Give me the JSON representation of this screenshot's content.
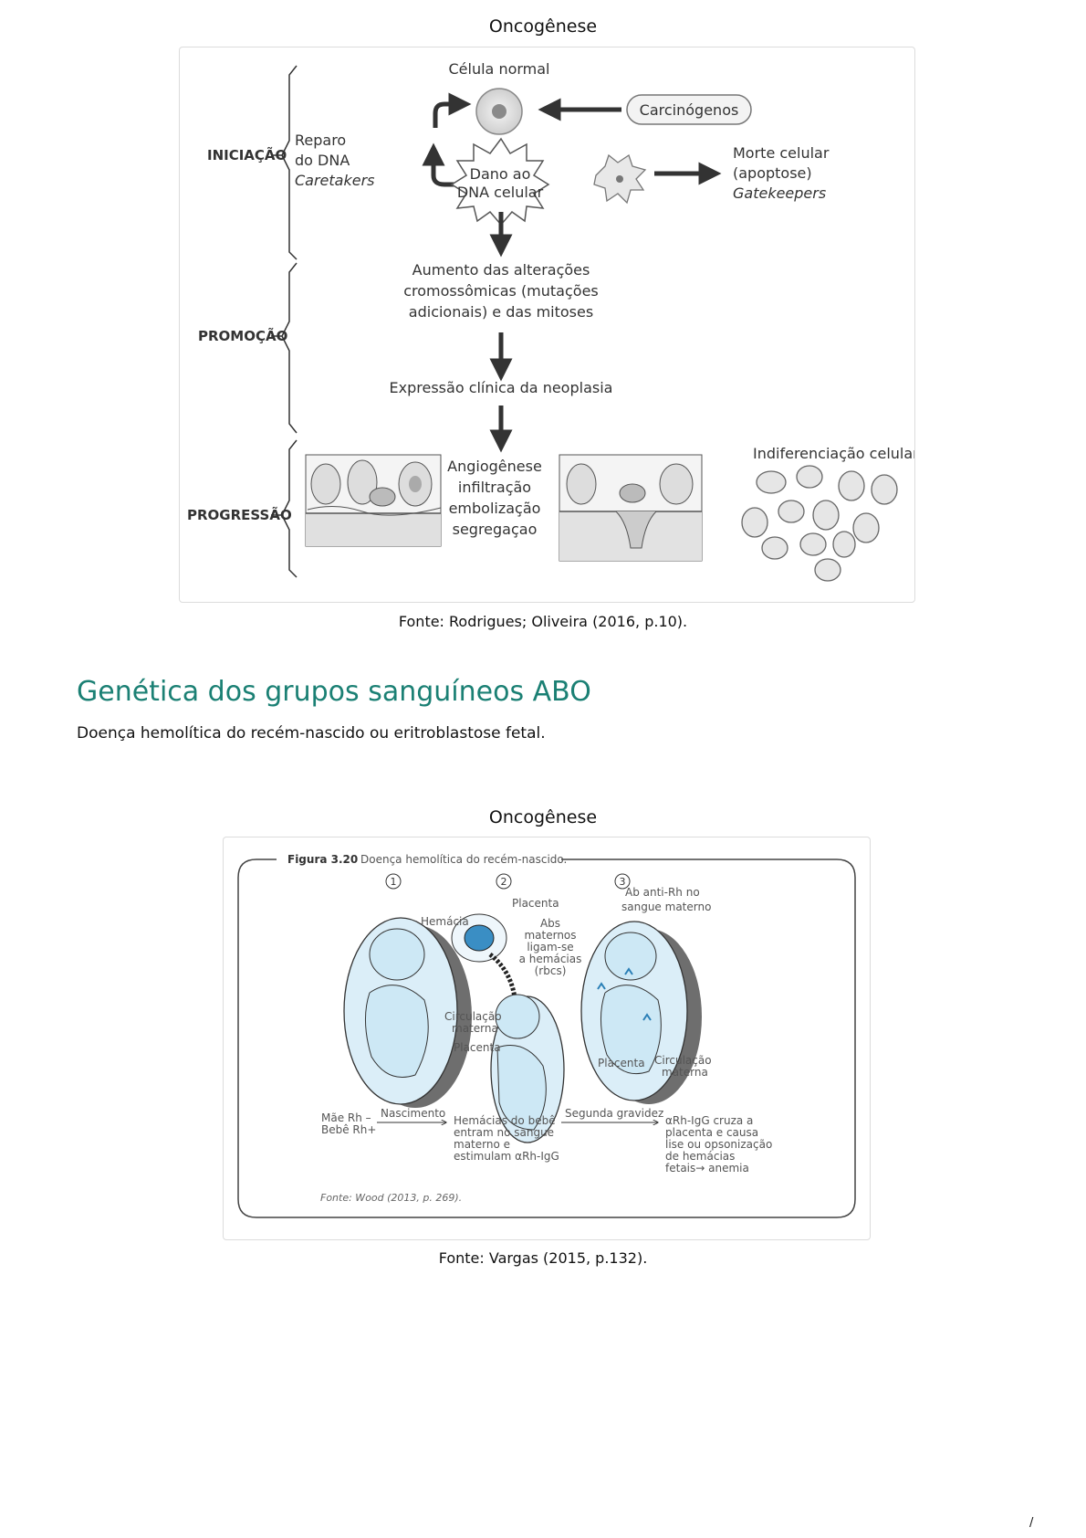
{
  "figure1": {
    "title": "Oncogênese",
    "caption": "Fonte: Rodrigues; Oliveira (2016, p.10).",
    "stages": {
      "iniciacao": "INICIAÇÃO",
      "promocao": "PROMOÇÃO",
      "progressao": "PROGRESSÃO"
    },
    "normal_cell": "Célula normal",
    "carcinogens": "Carcinógenos",
    "repair": {
      "line1": "Reparo",
      "line2": "do DNA",
      "line3": "Caretakers"
    },
    "damage": {
      "line1": "Dano ao",
      "line2": "DNA celular"
    },
    "death": {
      "line1": "Morte celular",
      "line2": "(apoptose)",
      "line3": "Gatekeepers"
    },
    "increase": {
      "line1": "Aumento das alterações",
      "line2": "cromossômicas (mutações",
      "line3": "adicionais) e das mitoses"
    },
    "expression": "Expressão clínica da neoplasia",
    "angio": {
      "line1": "Angiogênese",
      "line2": "infiltração",
      "line3": "embolização",
      "line4": "segregaçao"
    },
    "undiff": "Indiferenciação celular"
  },
  "section": {
    "heading": "Genética dos grupos sanguíneos ABO",
    "subtitle": "Doença hemolítica do recém-nascido ou eritroblastose fetal."
  },
  "figure2": {
    "title": "Oncogênese",
    "caption": "Fonte: Vargas (2015, p.132).",
    "label_bold": "Figura 3.20",
    "label_text": "Doença hemolítica do recém-nascido.",
    "steps": [
      "1",
      "2",
      "3"
    ],
    "placenta_top": "Placenta",
    "hemacia": "Hemácia",
    "abs": {
      "line1": "Abs",
      "line2": "maternos",
      "line3": "ligam-se",
      "line4": "a hemácias",
      "line5": "(rbcs)"
    },
    "ab_anti": {
      "line1": "Ab anti-Rh no",
      "line2": "sangue materno"
    },
    "circ_left": {
      "line1": "Circulação",
      "line2": "materna"
    },
    "placenta_left": "Placenta",
    "placenta_right": "Placenta",
    "circ_right": {
      "line1": "Circulação",
      "line2": "materna"
    },
    "mae": {
      "line1": "Mãe Rh –",
      "line2": "Bebê Rh+"
    },
    "nascimento": "Nascimento",
    "hemacias_bebe": {
      "line1": "Hemácias do bebê",
      "line2": "entram no sangue",
      "line3": "materno e",
      "line4": "estimulam αRh-IgG"
    },
    "segunda": "Segunda gravidez",
    "arh": {
      "line1": "αRh-IgG cruza a",
      "line2": "placenta e causa",
      "line3": "lise ou opsonização",
      "line4": "de hemácias",
      "line5": "fetais→ anemia"
    },
    "fonte_inner": "Fonte: Wood (2013, p. 269)."
  },
  "page_number": "/"
}
